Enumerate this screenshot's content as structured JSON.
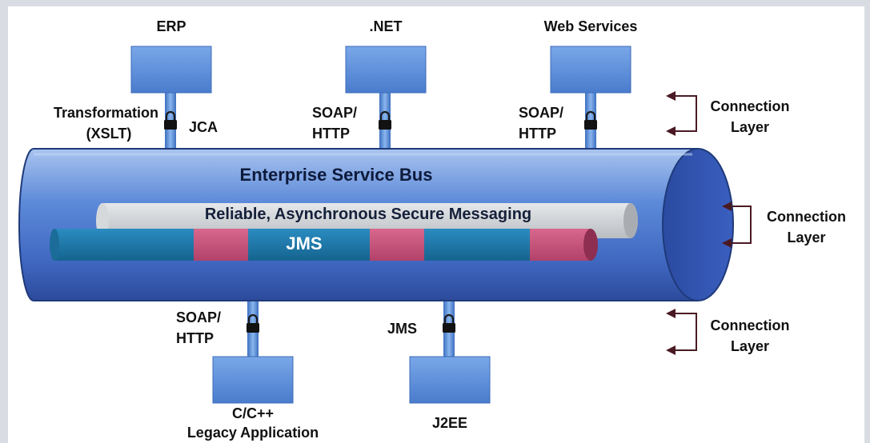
{
  "systems": {
    "erp": "ERP",
    "net": ".NET",
    "web_services": "Web Services",
    "legacy_line1": "C/C++",
    "legacy_line2": "Legacy Application",
    "j2ee": "J2EE"
  },
  "connectors": {
    "transformation_line1": "Transformation",
    "transformation_line2": "(XSLT)",
    "jca": "JCA",
    "soap_line1": "SOAP/",
    "http_line2": "HTTP",
    "jms": "JMS"
  },
  "bus": {
    "title": "Enterprise Service Bus",
    "messaging": "Reliable, Asynchronous Secure Messaging",
    "jms_core": "JMS"
  },
  "layers": {
    "line1": "Connection",
    "line2": "Layer"
  },
  "colors": {
    "box_blue": "#5b8ed6",
    "bus_blue": "#4a78cc",
    "pipe_teal": "#1f78a8",
    "pipe_pink": "#c8547a",
    "pipe_gray": "#cfd2d6",
    "arrow": "#4a1a24"
  }
}
